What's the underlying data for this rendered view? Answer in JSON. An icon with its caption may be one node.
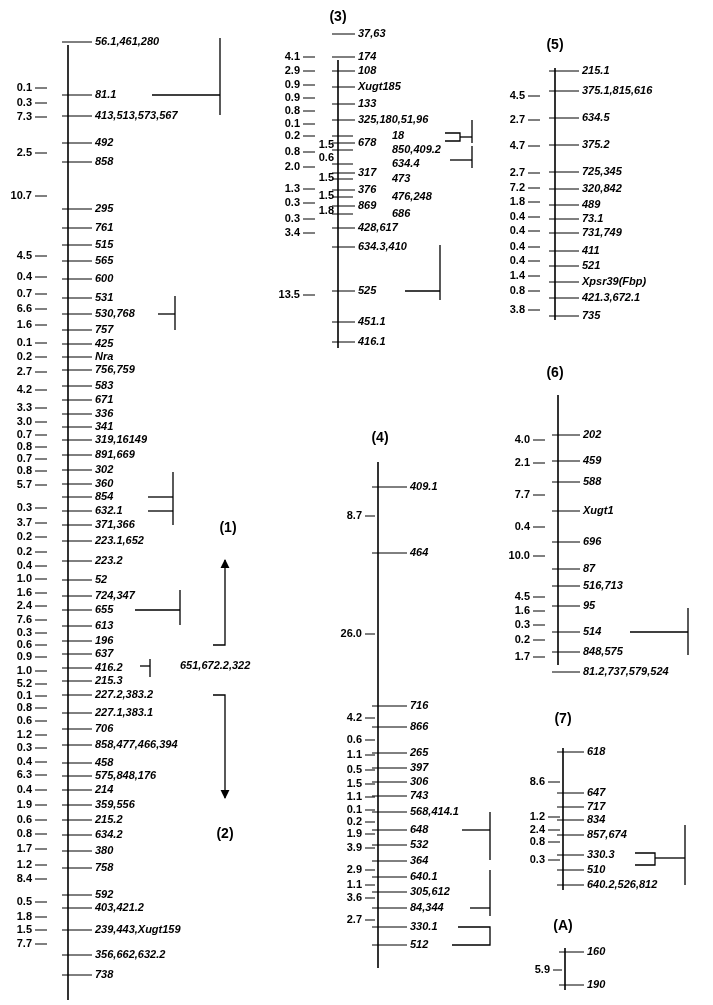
{
  "diagram": {
    "labels": [
      "56.1,461,280",
      "81.1",
      "413,513,573,567",
      "492",
      "858",
      "295",
      "761",
      "515",
      "565",
      "600",
      "531",
      "530,768",
      "757",
      "425",
      "Nra",
      "756,759",
      "583",
      "671",
      "336",
      "341",
      "319,16149",
      "891,669",
      "302",
      "360",
      "854",
      "632.1",
      "371,366",
      "223.1,652",
      "223.2",
      "52",
      "724,347",
      "655",
      "613",
      "196",
      "637",
      "416.2",
      "215.3",
      "227.2,383.2",
      "227.1,383.1",
      "706",
      "858,477,466,394",
      "458",
      "575,848,176",
      "214",
      "359,556",
      "215.2",
      "634.2",
      "380",
      "758",
      "592",
      "403,421.2",
      "239,443,Xugt159",
      "356,662,632.2",
      "738",
      "0.1",
      "0.3",
      "7.3",
      "2.5",
      "10.7",
      "4.5",
      "0.4",
      "0.7",
      "6.6",
      "1.6",
      "0.1",
      "0.2",
      "2.7",
      "4.2",
      "3.3",
      "3.0",
      "0.7",
      "0.8",
      "0.7",
      "0.8",
      "5.7",
      "0.3",
      "3.7",
      "0.2",
      "0.2",
      "0.4",
      "1.0",
      "1.6",
      "2.4",
      "7.6",
      "0.3",
      "0.6",
      "0.9",
      "1.0",
      "5.2",
      "0.1",
      "0.8",
      "0.6",
      "1.2",
      "0.3",
      "0.4",
      "6.3",
      "0.4",
      "1.9",
      "0.6",
      "0.8",
      "1.7",
      "1.2",
      "8.4",
      "0.5",
      "1.8",
      "1.5",
      "7.7",
      "(1)",
      "651,672.2,322",
      "(2)",
      "(3)",
      "37,63",
      "174",
      "108",
      "Xugt185",
      "133",
      "325,180,51,96",
      "18",
      "678",
      "850,409.2",
      "634.4",
      "317",
      "473",
      "376",
      "476,248",
      "869",
      "686",
      "428,617",
      "634.3,410",
      "525",
      "451.1",
      "416.1",
      "4.1",
      "2.9",
      "0.9",
      "0.9",
      "0.8",
      "0.1",
      "0.2",
      "1.5",
      "0.8",
      "0.6",
      "2.0",
      "1.5",
      "1.3",
      "1.5",
      "0.3",
      "1.8",
      "0.3",
      "3.4",
      "13.5",
      "(5)",
      "215.1",
      "375.1,815,616",
      "634.5",
      "375.2",
      "725,345",
      "320,842",
      "489",
      "73.1",
      "731,749",
      "411",
      "521",
      "Xpsr39(Fbp)",
      "421.3,672.1",
      "735",
      "4.5",
      "2.7",
      "4.7",
      "2.7",
      "7.2",
      "1.8",
      "0.4",
      "0.4",
      "0.4",
      "0.4",
      "1.4",
      "0.8",
      "3.8",
      "(4)",
      "409.1",
      "464",
      "716",
      "866",
      "265",
      "397",
      "306",
      "743",
      "568,414.1",
      "648",
      "532",
      "364",
      "640.1",
      "305,612",
      "84,344",
      "330.1",
      "512",
      "8.7",
      "26.0",
      "4.2",
      "0.6",
      "1.1",
      "0.5",
      "1.5",
      "1.1",
      "0.1",
      "0.2",
      "1.9",
      "3.9",
      "2.9",
      "1.1",
      "3.6",
      "2.7",
      "(6)",
      "202",
      "459",
      "588",
      "Xugt1",
      "696",
      "87",
      "516,713",
      "95",
      "514",
      "848,575",
      "81.2,737,579,524",
      "4.0",
      "2.1",
      "7.7",
      "0.4",
      "10.0",
      "4.5",
      "1.6",
      "0.3",
      "0.2",
      "1.7",
      "(7)",
      "618",
      "647",
      "717",
      "834",
      "857,674",
      "330.3",
      "510",
      "640.2,526,812",
      "8.6",
      "1.2",
      "2.4",
      "0.8",
      "0.3",
      "(A)",
      "160",
      "190",
      "5.9"
    ]
  }
}
